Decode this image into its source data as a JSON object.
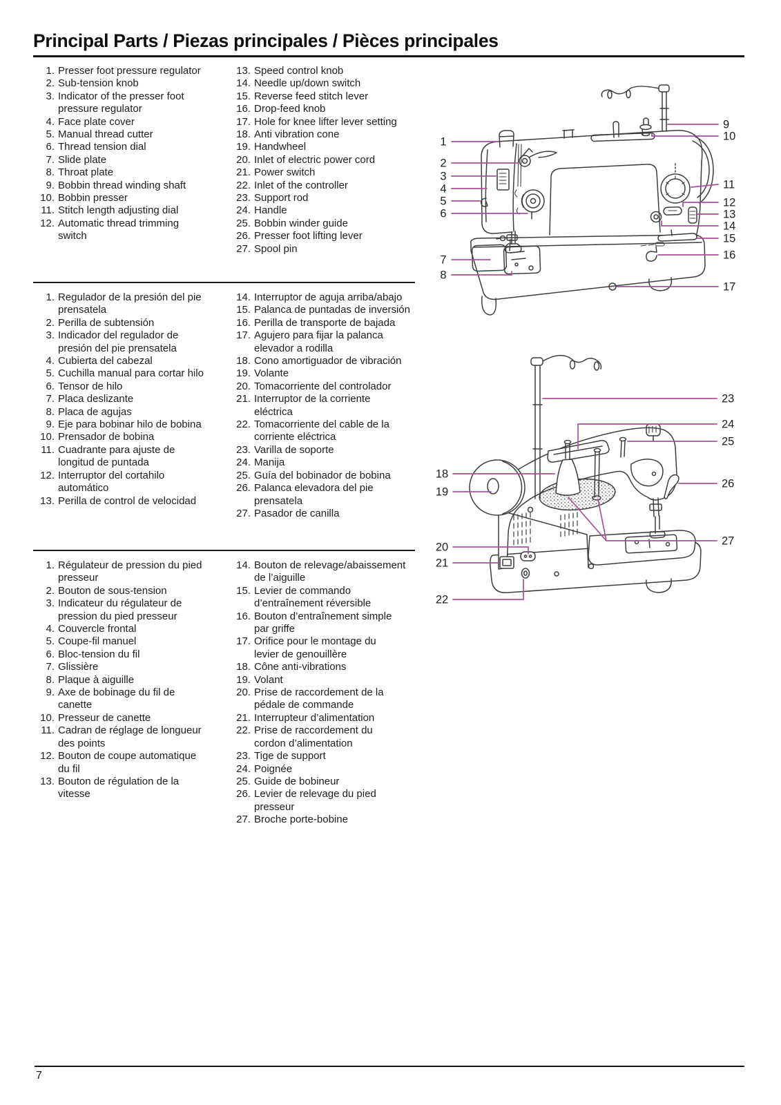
{
  "page": {
    "title": "Principal Parts / Piezas principales / Pièces principales",
    "page_number": "7"
  },
  "lists": {
    "english": {
      "left": [
        {
          "n": "1.",
          "t": "Presser foot pressure regulator"
        },
        {
          "n": "2.",
          "t": "Sub-tension knob"
        },
        {
          "n": "3.",
          "t": "Indicator of the presser foot\npressure regulator"
        },
        {
          "n": "4.",
          "t": "Face plate cover"
        },
        {
          "n": "5.",
          "t": "Manual thread cutter"
        },
        {
          "n": "6.",
          "t": "Thread tension dial"
        },
        {
          "n": "7.",
          "t": "Slide plate"
        },
        {
          "n": "8.",
          "t": "Throat plate"
        },
        {
          "n": "9.",
          "t": "Bobbin thread winding shaft"
        },
        {
          "n": "10.",
          "t": "Bobbin presser"
        },
        {
          "n": "11.",
          "t": "Stitch length adjusting dial"
        },
        {
          "n": "12.",
          "t": "Automatic thread trimming\nswitch"
        }
      ],
      "right": [
        {
          "n": "13.",
          "t": "Speed control knob"
        },
        {
          "n": "14.",
          "t": "Needle up/down switch"
        },
        {
          "n": "15.",
          "t": "Reverse feed stitch lever"
        },
        {
          "n": "16.",
          "t": "Drop-feed knob"
        },
        {
          "n": "17.",
          "t": "Hole for knee lifter lever setting"
        },
        {
          "n": "18.",
          "t": "Anti vibration cone"
        },
        {
          "n": "19.",
          "t": "Handwheel"
        },
        {
          "n": "20.",
          "t": "Inlet of electric power cord"
        },
        {
          "n": "21.",
          "t": "Power switch"
        },
        {
          "n": "22.",
          "t": "Inlet of the controller"
        },
        {
          "n": "23.",
          "t": "Support rod"
        },
        {
          "n": "24.",
          "t": "Handle"
        },
        {
          "n": "25.",
          "t": "Bobbin winder guide"
        },
        {
          "n": "26.",
          "t": "Presser foot lifting lever"
        },
        {
          "n": "27.",
          "t": "Spool pin"
        }
      ]
    },
    "spanish": {
      "left": [
        {
          "n": "1.",
          "t": "Regulador de la presión del pie\nprensatela"
        },
        {
          "n": "2.",
          "t": "Perilla de subtensión"
        },
        {
          "n": "3.",
          "t": "Indicador del regulador de\npresión del pie prensatela"
        },
        {
          "n": "4.",
          "t": "Cubierta del cabezal"
        },
        {
          "n": "5.",
          "t": "Cuchilla manual para cortar hilo"
        },
        {
          "n": "6.",
          "t": "Tensor de hilo"
        },
        {
          "n": "7.",
          "t": "Placa deslizante"
        },
        {
          "n": "8.",
          "t": "Placa de agujas"
        },
        {
          "n": "9.",
          "t": "Eje para bobinar hilo de bobina"
        },
        {
          "n": "10.",
          "t": "Prensador de bobina"
        },
        {
          "n": "11.",
          "t": "Cuadrante para ajuste de\nlongitud de puntada"
        },
        {
          "n": "12.",
          "t": "Interruptor del cortahilo\nautomático"
        },
        {
          "n": "13.",
          "t": "Perilla de control de velocidad"
        }
      ],
      "right": [
        {
          "n": "14.",
          "t": "Interruptor de aguja arriba/abajo"
        },
        {
          "n": "15.",
          "t": "Palanca de puntadas de inversión"
        },
        {
          "n": "16.",
          "t": "Perilla de transporte de bajada"
        },
        {
          "n": "17.",
          "t": "Agujero para fijar la palanca\nelevador a rodilla"
        },
        {
          "n": "18.",
          "t": "Cono amortiguador de vibración"
        },
        {
          "n": "19.",
          "t": "Volante"
        },
        {
          "n": "20.",
          "t": "Tomacorriente del controlador"
        },
        {
          "n": "21.",
          "t": "Interruptor de la corriente\neléctrica"
        },
        {
          "n": "22.",
          "t": "Tomacorriente del cable de la\ncorriente eléctrica"
        },
        {
          "n": "23.",
          "t": "Varilla de soporte"
        },
        {
          "n": "24.",
          "t": "Manija"
        },
        {
          "n": "25.",
          "t": "Guía del bobinador de bobina"
        },
        {
          "n": "26.",
          "t": "Palanca elevadora del pie\nprensatela"
        },
        {
          "n": "27.",
          "t": "Pasador de canilla"
        }
      ]
    },
    "french": {
      "left": [
        {
          "n": "1.",
          "t": "Régulateur de pression du pied\npresseur"
        },
        {
          "n": "2.",
          "t": "Bouton de sous-tension"
        },
        {
          "n": "3.",
          "t": "Indicateur du régulateur de\npression du pied presseur"
        },
        {
          "n": "4.",
          "t": "Couvercle frontal"
        },
        {
          "n": "5.",
          "t": "Coupe-fil manuel"
        },
        {
          "n": "6.",
          "t": "Bloc-tension du fil"
        },
        {
          "n": "7.",
          "t": "Glissière"
        },
        {
          "n": "8.",
          "t": "Plaque à aiguille"
        },
        {
          "n": "9.",
          "t": "Axe de bobinage du fil de\ncanette"
        },
        {
          "n": "10.",
          "t": "Presseur de canette"
        },
        {
          "n": "11.",
          "t": "Cadran de réglage de longueur\ndes points"
        },
        {
          "n": "12.",
          "t": "Bouton de coupe automatique\ndu fil"
        },
        {
          "n": "13.",
          "t": "Bouton de régulation de la\nvitesse"
        }
      ],
      "right": [
        {
          "n": "14.",
          "t": "Bouton de relevage/abaissement\nde l’aiguille"
        },
        {
          "n": "15.",
          "t": "Levier de commando\nd’entraînement réversible"
        },
        {
          "n": "16.",
          "t": "Bouton d’entraînement simple\npar griffe"
        },
        {
          "n": "17.",
          "t": "Orifice pour le montage du\nlevier de genouillère"
        },
        {
          "n": "18.",
          "t": "Cône anti-vibrations"
        },
        {
          "n": "19.",
          "t": "Volant"
        },
        {
          "n": "20.",
          "t": "Prise de raccordement de la\npédale de commande"
        },
        {
          "n": "21.",
          "t": "Interrupteur d’alimentation"
        },
        {
          "n": "22.",
          "t": "Prise de raccordement du\ncordon d’alimentation"
        },
        {
          "n": "23.",
          "t": "Tige de support"
        },
        {
          "n": "24.",
          "t": "Poignée"
        },
        {
          "n": "25.",
          "t": "Guide de bobineur"
        },
        {
          "n": "26.",
          "t": "Levier de relevage du pied\npresseur"
        },
        {
          "n": "27.",
          "t": "Broche porte-bobine"
        }
      ]
    }
  },
  "diagram_front": {
    "left": [
      "1",
      "2",
      "3",
      "4",
      "5",
      "6",
      "7",
      "8"
    ],
    "right": [
      "9",
      "10",
      "11",
      "12",
      "13",
      "14",
      "15",
      "16",
      "17"
    ]
  },
  "diagram_rear": {
    "left": [
      "18",
      "19",
      "20",
      "21",
      "22"
    ],
    "right": [
      "23",
      "24",
      "25",
      "26",
      "27"
    ]
  },
  "colors": {
    "callout_line": "#a8509b",
    "line_art": "#3d3d3d"
  }
}
